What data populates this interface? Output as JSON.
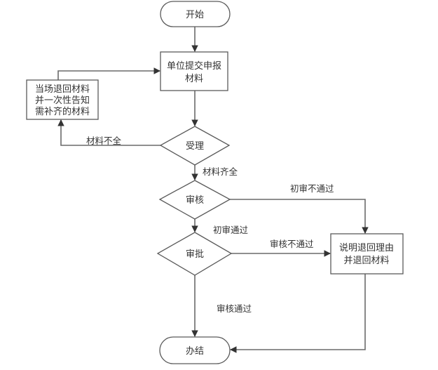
{
  "diagram": {
    "type": "flowchart",
    "colors": {
      "stroke": "#5a5a5a",
      "edge": "#6a6a6a",
      "text": "#333333",
      "fill": "#ffffff",
      "background": "#ffffff"
    },
    "nodes": {
      "start": {
        "kind": "terminal",
        "lines": [
          "开始"
        ]
      },
      "submit": {
        "kind": "process",
        "lines": [
          "单位提交申报",
          "材料"
        ]
      },
      "return_now": {
        "kind": "process",
        "lines": [
          "当场退回材料",
          "并一次性告知",
          "需补齐的材料"
        ]
      },
      "accept": {
        "kind": "decision",
        "lines": [
          "受理"
        ]
      },
      "review": {
        "kind": "decision",
        "lines": [
          "审核"
        ]
      },
      "approve": {
        "kind": "decision",
        "lines": [
          "审批"
        ]
      },
      "explain_return": {
        "kind": "process",
        "lines": [
          "说明退回理由",
          "并退回材料"
        ]
      },
      "end": {
        "kind": "terminal",
        "lines": [
          "办结"
        ]
      }
    },
    "edges": [
      {
        "from": "start",
        "to": "submit",
        "label": ""
      },
      {
        "from": "submit",
        "to": "accept",
        "label": ""
      },
      {
        "from": "accept",
        "to": "return_now",
        "label": "材料不全"
      },
      {
        "from": "return_now",
        "to": "submit",
        "label": ""
      },
      {
        "from": "accept",
        "to": "review",
        "label": "材料齐全"
      },
      {
        "from": "review",
        "to": "explain_return",
        "label": "初审不通过"
      },
      {
        "from": "review",
        "to": "approve",
        "label": "初审通过"
      },
      {
        "from": "approve",
        "to": "explain_return",
        "label": "审核不通过"
      },
      {
        "from": "approve",
        "to": "end",
        "label": "审核通过"
      },
      {
        "from": "explain_return",
        "to": "end",
        "label": ""
      }
    ]
  }
}
